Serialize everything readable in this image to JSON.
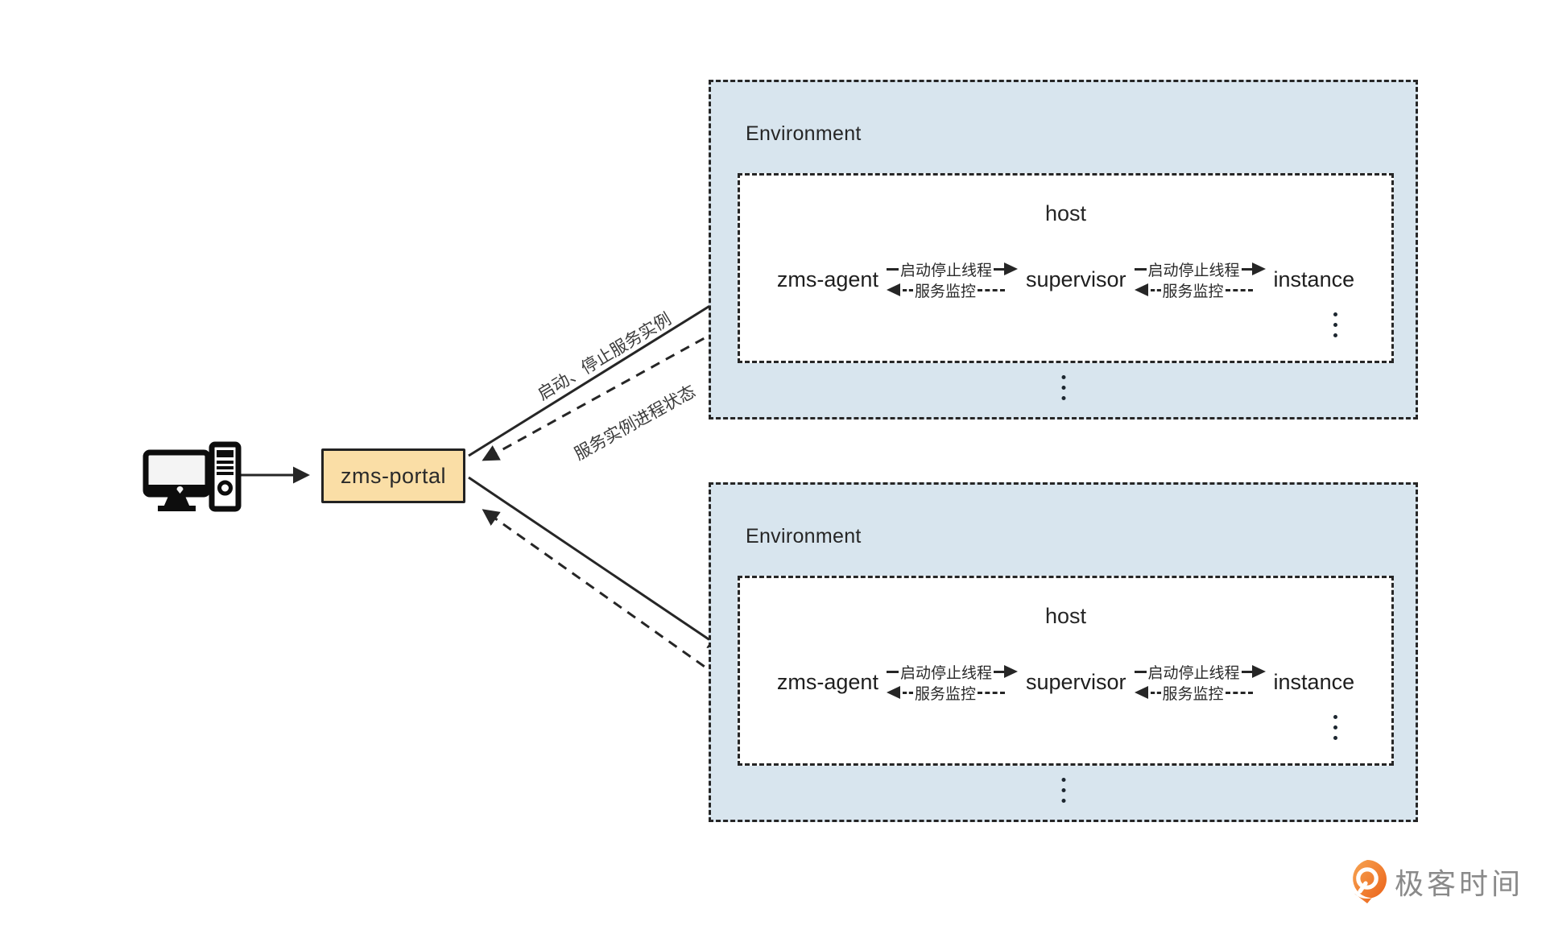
{
  "diagram": {
    "portal": {
      "label": "zms-portal"
    },
    "flows": {
      "portal_to_env_label": "启动、停止服务实例",
      "env_to_portal_label": "服务实例进程状态"
    },
    "environments": [
      {
        "title": "Environment",
        "host": {
          "title": "host",
          "nodes": [
            "zms-agent",
            "supervisor",
            "instance"
          ],
          "link_forward_label": "启动停止线程",
          "link_back_label": "服务监控"
        }
      },
      {
        "title": "Environment",
        "host": {
          "title": "host",
          "nodes": [
            "zms-agent",
            "supervisor",
            "instance"
          ],
          "link_forward_label": "启动停止线程",
          "link_back_label": "服务监控"
        }
      }
    ],
    "logo": {
      "text": "极客时间"
    },
    "colors": {
      "environment_fill": "#D8E5EE",
      "portal_fill": "#FADEA6",
      "line": "#262626",
      "logo_orange": "#ED6C1F",
      "logo_text": "#8A8A8A"
    }
  }
}
